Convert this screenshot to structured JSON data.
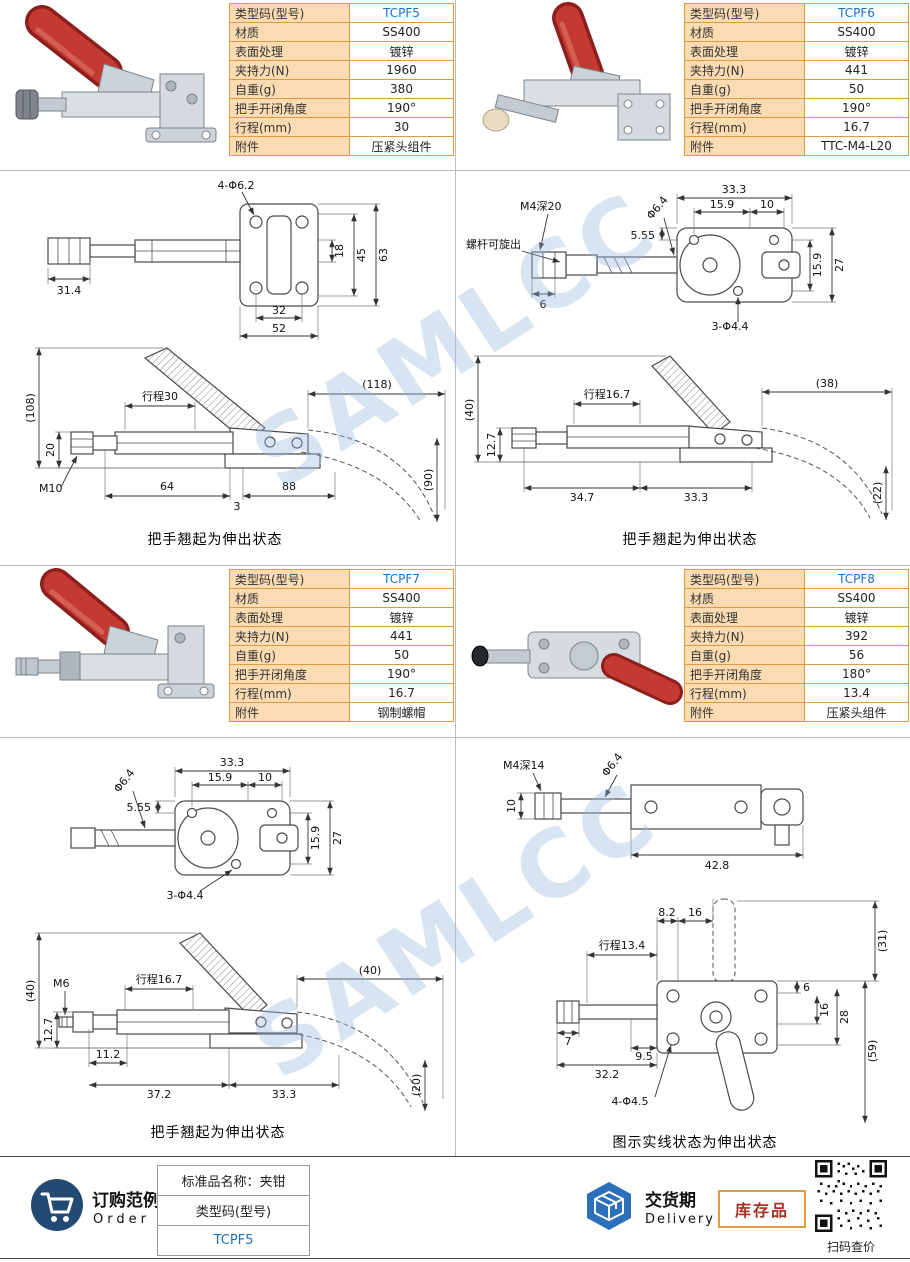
{
  "watermark": "SAMLCC",
  "colors": {
    "table_border": "#E09A42",
    "table_header_bg": "#FBDCB2",
    "model_code_blue": "#1A6FC0",
    "stock_text_red": "#A63226",
    "handle_red": "#C43A33",
    "watermark_blue": "#96B9DC"
  },
  "products": [
    {
      "specs": [
        {
          "label": "类型码(型号)",
          "value": "TCPF5"
        },
        {
          "label": "材质",
          "value": "SS400"
        },
        {
          "label": "表面处理",
          "value": "镀锌"
        },
        {
          "label": "夹持力(N)",
          "value": "1960"
        },
        {
          "label": "自重(g)",
          "value": "380"
        },
        {
          "label": "把手开闭角度",
          "value": "190°"
        },
        {
          "label": "行程(mm)",
          "value": "30"
        },
        {
          "label": "附件",
          "value": "压紧头组件"
        }
      ]
    },
    {
      "specs": [
        {
          "label": "类型码(型号)",
          "value": "TCPF6"
        },
        {
          "label": "材质",
          "value": "SS400"
        },
        {
          "label": "表面处理",
          "value": "镀锌"
        },
        {
          "label": "夹持力(N)",
          "value": "441"
        },
        {
          "label": "自重(g)",
          "value": "50"
        },
        {
          "label": "把手开闭角度",
          "value": "190°"
        },
        {
          "label": "行程(mm)",
          "value": "16.7"
        },
        {
          "label": "附件",
          "value": "TTC-M4-L20"
        }
      ]
    },
    {
      "specs": [
        {
          "label": "类型码(型号)",
          "value": "TCPF7"
        },
        {
          "label": "材质",
          "value": "SS400"
        },
        {
          "label": "表面处理",
          "value": "镀锌"
        },
        {
          "label": "夹持力(N)",
          "value": "441"
        },
        {
          "label": "自重(g)",
          "value": "50"
        },
        {
          "label": "把手开闭角度",
          "value": "190°"
        },
        {
          "label": "行程(mm)",
          "value": "16.7"
        },
        {
          "label": "附件",
          "value": "钢制螺帽"
        }
      ]
    },
    {
      "specs": [
        {
          "label": "类型码(型号)",
          "value": "TCPF8"
        },
        {
          "label": "材质",
          "value": "SS400"
        },
        {
          "label": "表面处理",
          "value": "镀锌"
        },
        {
          "label": "夹持力(N)",
          "value": "392"
        },
        {
          "label": "自重(g)",
          "value": "56"
        },
        {
          "label": "把手开闭角度",
          "value": "180°"
        },
        {
          "label": "行程(mm)",
          "value": "13.4"
        },
        {
          "label": "附件",
          "value": "压紧头组件"
        }
      ]
    }
  ],
  "drawings": {
    "tcpf5_top": {
      "holes": "4-Φ6.2",
      "w1": "31.4",
      "h1": "18",
      "h2": "45",
      "h3": "63",
      "w2": "32",
      "w3": "52"
    },
    "tcpf5_side": {
      "height": "(108)",
      "stroke": "行程30",
      "reach": "(118)",
      "rod": "20",
      "thread": "M10",
      "l1": "64",
      "l2": "3",
      "l3": "88",
      "swing": "(90)",
      "caption": "把手翘起为伸出状态"
    },
    "tcpf6_top": {
      "thread": "M4深20",
      "note": "螺杆可旋出",
      "dia": "Φ6.4",
      "t1": "5.55",
      "t2": "33.3",
      "t3": "15.9",
      "t4": "10",
      "r1": "15.9",
      "r2": "27",
      "b1": "6",
      "holes": "3-Φ4.4"
    },
    "tcpf6_side": {
      "height": "(40)",
      "stroke": "行程16.7",
      "reach": "(38)",
      "rod": "12.7",
      "l1": "34.7",
      "l2": "33.3",
      "swing": "(22)",
      "caption": "把手翘起为伸出状态"
    },
    "tcpf7_top": {
      "t1": "5.55",
      "t2": "33.3",
      "t3": "15.9",
      "t4": "10",
      "dia": "Φ6.4",
      "r1": "15.9",
      "r2": "27",
      "holes": "3-Φ4.4"
    },
    "tcpf7_side": {
      "height": "(40)",
      "thread": "M6",
      "stroke": "行程16.7",
      "reach": "(40)",
      "rod": "12.7",
      "l1": "11.2",
      "l2": "37.2",
      "l3": "33.3",
      "swing": "(20)",
      "caption": "把手翘起为伸出状态"
    },
    "tcpf8_top": {
      "thread": "M4深14",
      "dia": "Φ6.4",
      "r1": "10",
      "b1": "42.8"
    },
    "tcpf8_side": {
      "t1": "8.2",
      "t2": "16",
      "ext": "(31)",
      "stroke": "行程13.4",
      "r1": "6",
      "r2": "16",
      "r3": "28",
      "b1": "7",
      "b2": "9.5",
      "b3": "32.2",
      "holes": "4-Φ4.5",
      "total": "(59)",
      "caption": "图示实线状态为伸出状态"
    }
  },
  "footer": {
    "order_title": "订购范例",
    "order_sub": "Order",
    "std_name": "标准品名称：夹钳",
    "type_code_label": "类型码(型号)",
    "type_code_value": "TCPF5",
    "delivery_title": "交货期",
    "delivery_sub": "Delivery",
    "stock_badge": "库存品",
    "qr_caption": "扫码查价"
  }
}
